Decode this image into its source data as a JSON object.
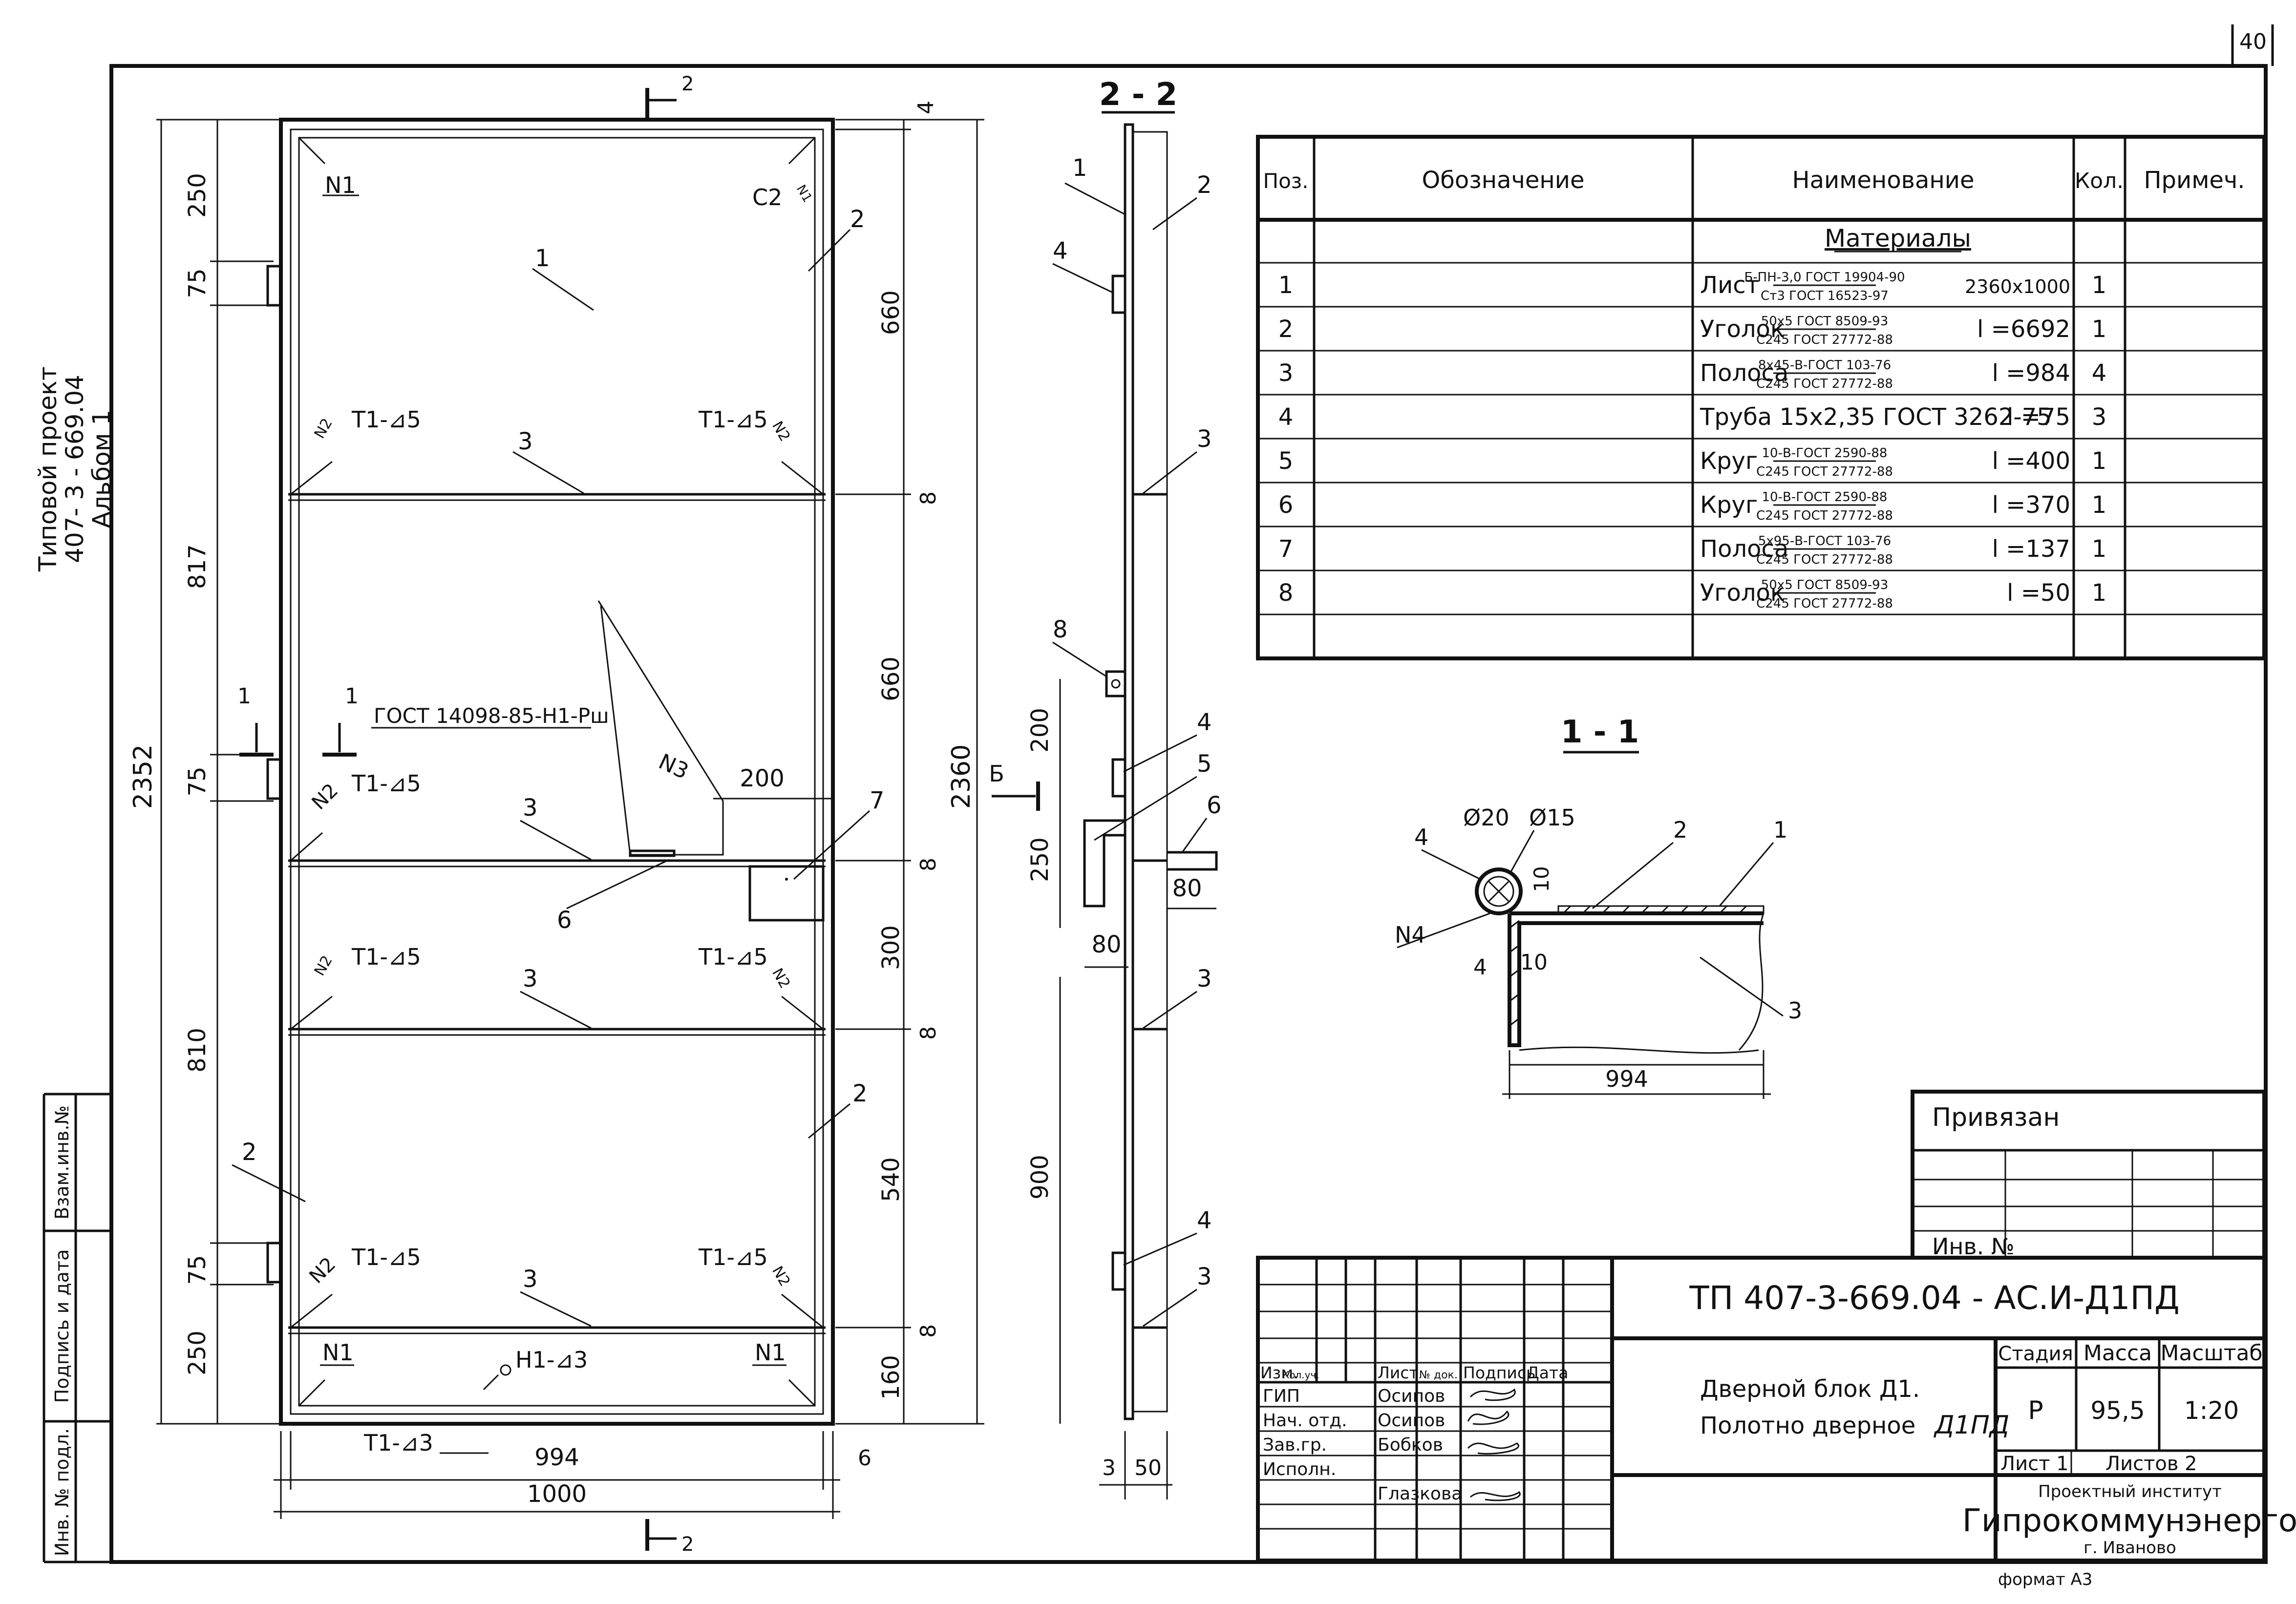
{
  "sheet": {
    "page_number": "40",
    "side_title": [
      "Типовой проект",
      "407- 3 - 669.04",
      "Альбом 1"
    ],
    "side_stamp": [
      "Взам.инв.№",
      "Подпись и дата",
      "Инв. № подл."
    ],
    "format": "формат А3"
  },
  "front_view": {
    "section_mark_top": "2",
    "section_mark_bottom": "2",
    "dims_left": [
      "250",
      "75",
      "817",
      "75",
      "810",
      "75",
      "250"
    ],
    "dim_total_left": "2352",
    "dims_right": [
      "4",
      "660",
      "8",
      "660",
      "8",
      "300",
      "8",
      "540",
      "8",
      "160"
    ],
    "dim_total_right": "2360",
    "dim_bottom_inner": "994",
    "dim_bottom_outer": "1000",
    "dim_bottom_right": "6",
    "dim_200": "200",
    "labels": {
      "n1": "N1",
      "n2": "N2",
      "n3": "N3",
      "c2": "C2",
      "n_small": "N1",
      "weld_t1_5": "T1-⊿5",
      "weld_h1_3": "H1-⊿3",
      "weld_t1_3": "T1-⊿3",
      "gost": "ГОСТ 14098-85-Н1-Рш",
      "section_1": "1",
      "pos": [
        "1",
        "2",
        "3",
        "6",
        "7"
      ]
    }
  },
  "section_22": {
    "title": "2 - 2",
    "pos": [
      "1",
      "2",
      "4",
      "3",
      "8",
      "4",
      "5",
      "6",
      "3",
      "4",
      "3"
    ],
    "dims": [
      "200",
      "250",
      "900",
      "80",
      "80",
      "3",
      "50"
    ],
    "view_mark": "Б"
  },
  "section_11": {
    "title": "1 - 1",
    "pos": [
      "4",
      "2",
      "1",
      "3"
    ],
    "labels": {
      "d20": "Ø20",
      "d15": "Ø15",
      "n4": "N4"
    },
    "dims": [
      "10",
      "4",
      "10",
      "994"
    ]
  },
  "spec_table": {
    "headers": [
      "Поз.",
      "Обозначение",
      "Наименование",
      "Кол.",
      "Примеч."
    ],
    "group": "Материалы",
    "rows": [
      {
        "pos": "1",
        "name": "Лист",
        "std_top": "Б-ПН-3,0 ГОСТ 19904-90",
        "std_bot": "Ст3 ГОСТ 16523-97",
        "size": "2360x1000",
        "qty": "1"
      },
      {
        "pos": "2",
        "name": "Уголок",
        "std_top": "50x5 ГОСТ 8509-93",
        "std_bot": "С245 ГОСТ 27772-88",
        "size": "l =6692",
        "qty": "1"
      },
      {
        "pos": "3",
        "name": "Полоса",
        "std_top": "8x45-В-ГОСТ 103-76",
        "std_bot": "С245 ГОСТ 27772-88",
        "size": "l =984",
        "qty": "4"
      },
      {
        "pos": "4",
        "name": "Труба 15x2,35 ГОСТ 3262-75",
        "std_top": "",
        "std_bot": "",
        "size": "l =75",
        "qty": "3"
      },
      {
        "pos": "5",
        "name": "Круг",
        "std_top": "10-В-ГОСТ 2590-88",
        "std_bot": "С245 ГОСТ 27772-88",
        "size": "l =400",
        "qty": "1"
      },
      {
        "pos": "6",
        "name": "Круг",
        "std_top": "10-В-ГОСТ 2590-88",
        "std_bot": "С245 ГОСТ 27772-88",
        "size": "l =370",
        "qty": "1"
      },
      {
        "pos": "7",
        "name": "Полоса",
        "std_top": "5x95-В-ГОСТ 103-76",
        "std_bot": "С245 ГОСТ 27772-88",
        "size": "l =137",
        "qty": "1"
      },
      {
        "pos": "8",
        "name": "Уголок",
        "std_top": "50x5 ГОСТ 8509-93",
        "std_bot": "С245 ГОСТ 27772-88",
        "size": "l =50",
        "qty": "1"
      }
    ]
  },
  "bound": {
    "title": "Привязан",
    "inv": "Инв. №"
  },
  "title_block": {
    "doc_code": "ТП   407-3-669.04 - АС.И-Д1ПД",
    "name_line1": "Дверной блок Д1.",
    "name_line2": "Полотно дверное",
    "name_hand": "Д1ПД",
    "stage_h": "Стадия",
    "mass_h": "Масса",
    "scale_h": "Масштаб",
    "stage": "Р",
    "mass": "95,5",
    "scale": "1:20",
    "sheet": "Лист 1",
    "sheets": "Листов  2",
    "institute_small": "Проектный институт",
    "institute": "Гипрокоммунэнерго",
    "city": "г. Иваново",
    "col_heads": [
      "Изм.",
      "Кол.уч.",
      "Лист",
      "№ док.",
      "Подпись",
      "Дата"
    ],
    "roles": [
      "ГИП",
      "Нач. отд.",
      "Зав.гр.",
      "Исполн."
    ],
    "names": [
      "Осипов",
      "Осипов",
      "Бобков",
      "Глазкова"
    ]
  }
}
